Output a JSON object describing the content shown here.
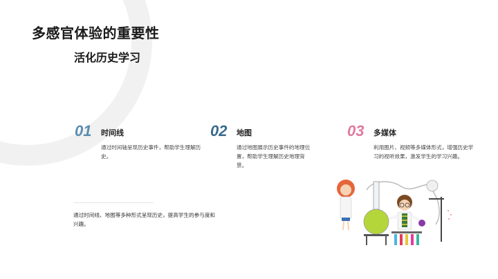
{
  "header": {
    "title": "多感官体验的重要性",
    "subtitle": "活化历史学习"
  },
  "items": [
    {
      "number": "01",
      "color": "#5b8db0",
      "heading": "时间线",
      "description": "通过时间轴呈现历史事件，帮助学生理解历史。"
    },
    {
      "number": "02",
      "color": "#3a6a8e",
      "heading": "地图",
      "description": "通过地图展示历史事件的地理位置，帮助学生理解历史地理背景。"
    },
    {
      "number": "03",
      "color": "#e07aa0",
      "heading": "多媒体",
      "description": "利用图片、视频等多媒体形式，增强历史学习的视听效果，激发学生的学习兴趣。"
    }
  ],
  "summary": "通过时间线、地图等多种形式呈现历史，提高学生的参与度和兴趣。",
  "illustration": {
    "icon": "kids-science-lab-illustration"
  }
}
